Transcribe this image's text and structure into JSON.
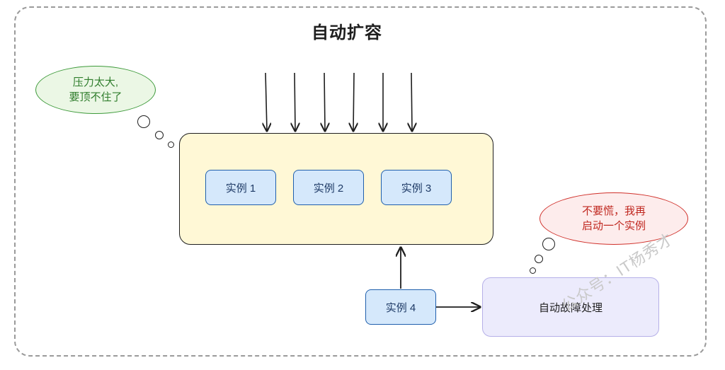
{
  "title": "自动扩容",
  "pressure_bubble": {
    "line1": "压力太大,",
    "line2": "要顶不住了"
  },
  "reassure_bubble": {
    "line1": "不要慌，我再",
    "line2": "启动一个实例"
  },
  "instances": [
    "实例 1",
    "实例 2",
    "实例 3"
  ],
  "new_instance": "实例 4",
  "failover_box": "自动故障处理",
  "watermark": "公众号：IT杨秀才",
  "colors": {
    "pool_fill": "#fff8d6",
    "instance_fill": "#d5e8fb",
    "instance_border": "#1f5fad",
    "handler_fill": "#ecebfc",
    "green_text": "#2f7d2c",
    "red_text": "#c0271f"
  }
}
